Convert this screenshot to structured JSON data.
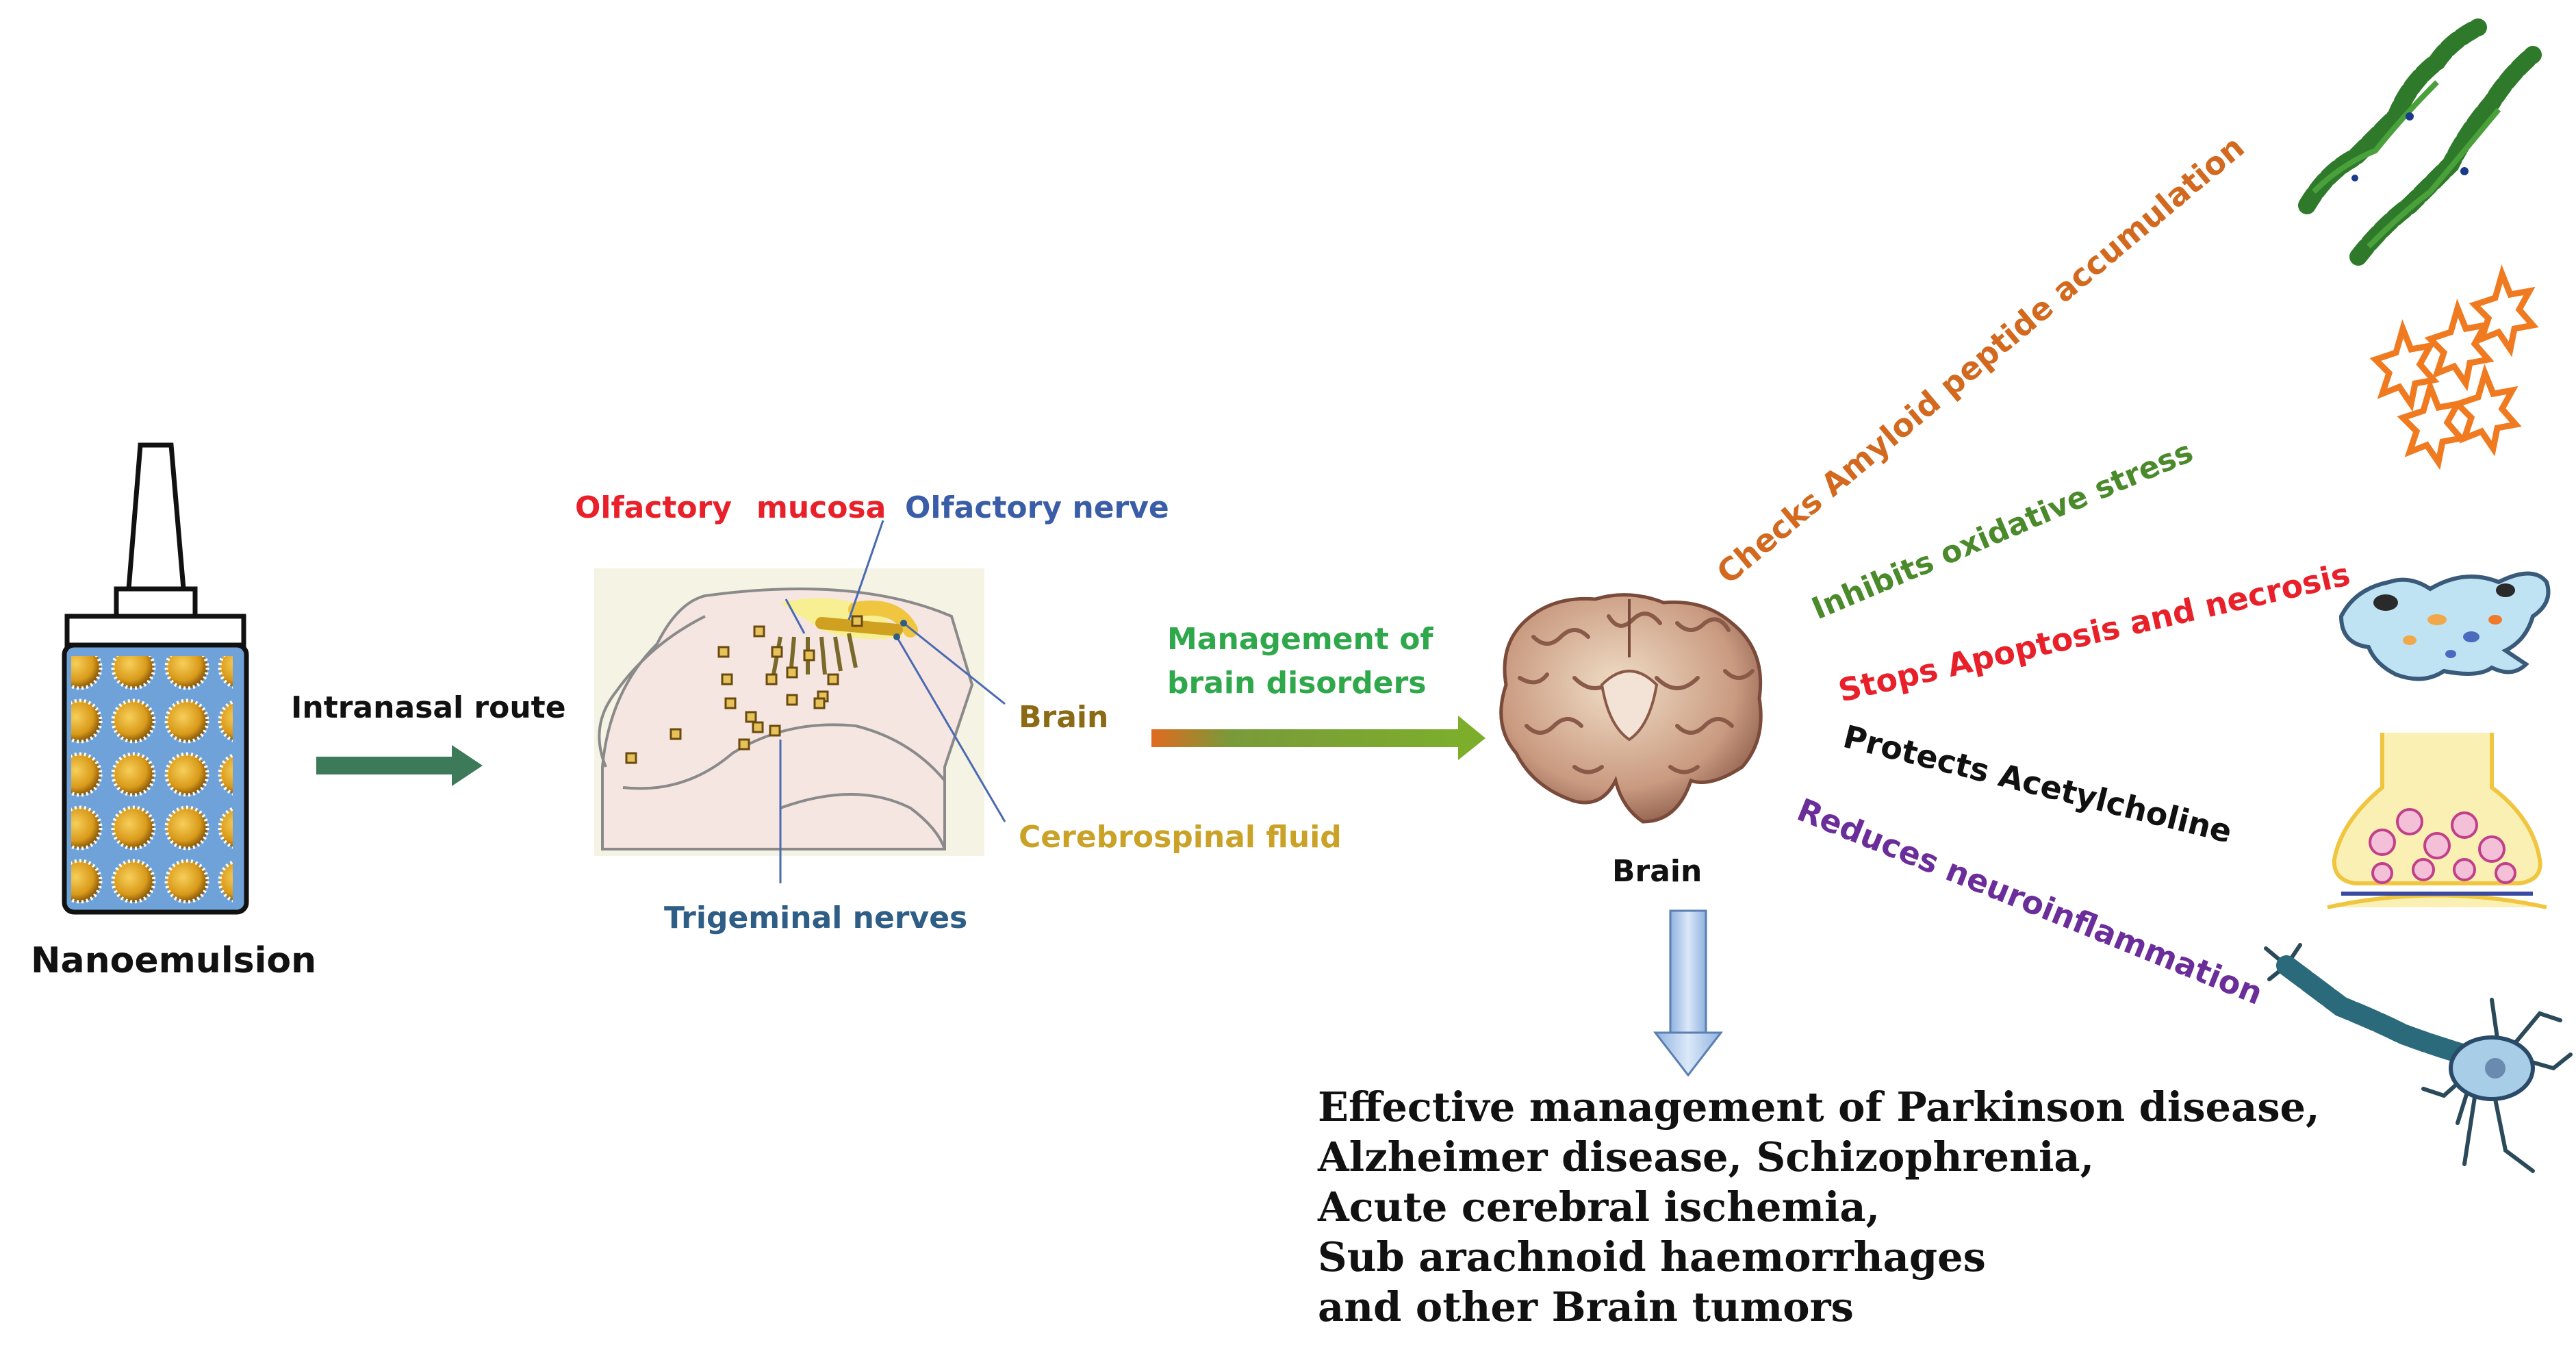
{
  "nanoemulsion": {
    "label": "Nanoemulsion"
  },
  "route": {
    "label": "Intranasal route"
  },
  "nasal_diagram": {
    "labels": {
      "olfactory": "Olfactory",
      "mucosa": "mucosa",
      "olfactory_nerve": "Olfactory nerve",
      "brain": "Brain",
      "csf": "Cerebrospinal fluid",
      "trigeminal": "Trigeminal nerves"
    },
    "colors": {
      "olfactory": "#e8202a",
      "mucosa": "#e8202a",
      "olfactory_nerve": "#3a5da8",
      "brain": "#8a6a14",
      "csf": "#c9a227",
      "trigeminal": "#2e5d86"
    }
  },
  "management": {
    "line1": "Management of",
    "line2": "brain disorders",
    "color": "#2ea84a"
  },
  "brain": {
    "label": "Brain"
  },
  "effects": [
    {
      "text": "Checks Amyloid peptide accumulation",
      "color": "#d2691e",
      "icon": "amyloid-fibril-icon"
    },
    {
      "text": "Inhibits oxidative stress",
      "color": "#4a8a2a",
      "icon": "oxidative-star-icon"
    },
    {
      "text": "Stops Apoptosis and necrosis",
      "color": "#e8202a",
      "icon": "apoptotic-cell-icon"
    },
    {
      "text": "Protects Acetylcholine",
      "color": "#111111",
      "icon": "synapse-icon"
    },
    {
      "text": "Reduces neuroinflammation",
      "color": "#6b2d9a",
      "icon": "neuron-icon"
    }
  ],
  "outcome": {
    "lines": [
      "Effective management of Parkinson disease,",
      "Alzheimer disease, Schizophrenia,",
      "Acute cerebral ischemia,",
      "Sub arachnoid haemorrhages",
      "and other Brain tumors"
    ]
  }
}
